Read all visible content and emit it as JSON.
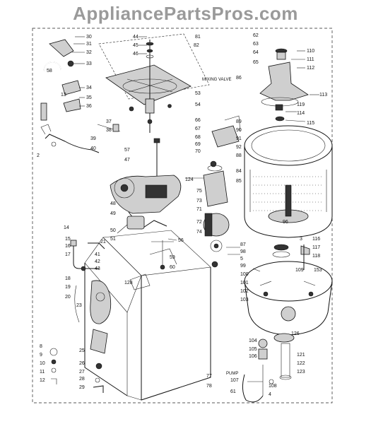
{
  "header": {
    "watermark": "AppliancePartsPros.com"
  },
  "diagram": {
    "labels": {
      "mixing_valve": "MIXING VALVE",
      "pump": "PUMP"
    },
    "callouts": [
      {
        "id": "c30",
        "text": "30"
      },
      {
        "id": "c31",
        "text": "31"
      },
      {
        "id": "c32",
        "text": "32"
      },
      {
        "id": "c33",
        "text": "33"
      },
      {
        "id": "c34",
        "text": "34"
      },
      {
        "id": "c35",
        "text": "35"
      },
      {
        "id": "c36",
        "text": "36"
      },
      {
        "id": "c58",
        "text": "58"
      },
      {
        "id": "c13",
        "text": "13"
      },
      {
        "id": "c2",
        "text": "2"
      },
      {
        "id": "c39",
        "text": "39"
      },
      {
        "id": "c40",
        "text": "40"
      },
      {
        "id": "c37",
        "text": "37"
      },
      {
        "id": "c38",
        "text": "38"
      },
      {
        "id": "c57",
        "text": "57"
      },
      {
        "id": "c47",
        "text": "47"
      },
      {
        "id": "c44",
        "text": "44"
      },
      {
        "id": "c45",
        "text": "45"
      },
      {
        "id": "c46",
        "text": "46"
      },
      {
        "id": "c81",
        "text": "81"
      },
      {
        "id": "c82",
        "text": "82"
      },
      {
        "id": "c62",
        "text": "62"
      },
      {
        "id": "c63",
        "text": "63"
      },
      {
        "id": "c64",
        "text": "64"
      },
      {
        "id": "c65",
        "text": "65"
      },
      {
        "id": "c110",
        "text": "110"
      },
      {
        "id": "c111",
        "text": "111"
      },
      {
        "id": "c112",
        "text": "112"
      },
      {
        "id": "c113",
        "text": "113"
      },
      {
        "id": "c119",
        "text": "119"
      },
      {
        "id": "c114",
        "text": "114"
      },
      {
        "id": "c115",
        "text": "115"
      },
      {
        "id": "c53",
        "text": "53"
      },
      {
        "id": "c54",
        "text": "54"
      },
      {
        "id": "c66",
        "text": "66"
      },
      {
        "id": "c67",
        "text": "67"
      },
      {
        "id": "c68",
        "text": "68"
      },
      {
        "id": "c69",
        "text": "69"
      },
      {
        "id": "c70",
        "text": "70"
      },
      {
        "id": "c86",
        "text": "86"
      },
      {
        "id": "c89",
        "text": "89"
      },
      {
        "id": "c90",
        "text": "90"
      },
      {
        "id": "c91",
        "text": "91"
      },
      {
        "id": "c92",
        "text": "92"
      },
      {
        "id": "c88",
        "text": "88"
      },
      {
        "id": "c84",
        "text": "84"
      },
      {
        "id": "c85",
        "text": "85"
      },
      {
        "id": "c124",
        "text": "124"
      },
      {
        "id": "c75",
        "text": "75"
      },
      {
        "id": "c73",
        "text": "73"
      },
      {
        "id": "c71",
        "text": "71"
      },
      {
        "id": "c72",
        "text": "72"
      },
      {
        "id": "c74",
        "text": "74"
      },
      {
        "id": "c48",
        "text": "48"
      },
      {
        "id": "c49",
        "text": "49"
      },
      {
        "id": "c50",
        "text": "50"
      },
      {
        "id": "c51",
        "text": "51"
      },
      {
        "id": "c56",
        "text": "56"
      },
      {
        "id": "c14",
        "text": "14"
      },
      {
        "id": "c15",
        "text": "15"
      },
      {
        "id": "c16",
        "text": "16"
      },
      {
        "id": "c17",
        "text": "17"
      },
      {
        "id": "c18",
        "text": "18"
      },
      {
        "id": "c19",
        "text": "19"
      },
      {
        "id": "c20",
        "text": "20"
      },
      {
        "id": "c21",
        "text": "21"
      },
      {
        "id": "c23",
        "text": "23"
      },
      {
        "id": "c41",
        "text": "41"
      },
      {
        "id": "c42",
        "text": "42"
      },
      {
        "id": "c43",
        "text": "43"
      },
      {
        "id": "c59",
        "text": "59"
      },
      {
        "id": "c60",
        "text": "60"
      },
      {
        "id": "c128",
        "text": "128"
      },
      {
        "id": "c87",
        "text": "87"
      },
      {
        "id": "c98",
        "text": "98"
      },
      {
        "id": "c5",
        "text": "5"
      },
      {
        "id": "c99",
        "text": "99"
      },
      {
        "id": "c100",
        "text": "100"
      },
      {
        "id": "c101",
        "text": "101"
      },
      {
        "id": "c102",
        "text": "102"
      },
      {
        "id": "c103",
        "text": "103"
      },
      {
        "id": "c116",
        "text": "116"
      },
      {
        "id": "c117",
        "text": "117"
      },
      {
        "id": "c118",
        "text": "118"
      },
      {
        "id": "c109",
        "text": "109"
      },
      {
        "id": "c153",
        "text": "153"
      },
      {
        "id": "c126",
        "text": "126"
      },
      {
        "id": "c121",
        "text": "121"
      },
      {
        "id": "c122",
        "text": "122"
      },
      {
        "id": "c123",
        "text": "123"
      },
      {
        "id": "c104",
        "text": "104"
      },
      {
        "id": "c105",
        "text": "105"
      },
      {
        "id": "c106",
        "text": "106"
      },
      {
        "id": "c107",
        "text": "107"
      },
      {
        "id": "c108",
        "text": "108"
      },
      {
        "id": "c61",
        "text": "61"
      },
      {
        "id": "c77",
        "text": "77"
      },
      {
        "id": "c78",
        "text": "78"
      },
      {
        "id": "c8",
        "text": "8"
      },
      {
        "id": "c9",
        "text": "9"
      },
      {
        "id": "c10",
        "text": "10"
      },
      {
        "id": "c11",
        "text": "11"
      },
      {
        "id": "c12",
        "text": "12"
      },
      {
        "id": "c25",
        "text": "25"
      },
      {
        "id": "c26",
        "text": "26"
      },
      {
        "id": "c27",
        "text": "27"
      },
      {
        "id": "c28",
        "text": "28"
      },
      {
        "id": "c29",
        "text": "29"
      },
      {
        "id": "c96",
        "text": "96"
      },
      {
        "id": "c3",
        "text": "3"
      },
      {
        "id": "c4",
        "text": "4"
      }
    ]
  }
}
